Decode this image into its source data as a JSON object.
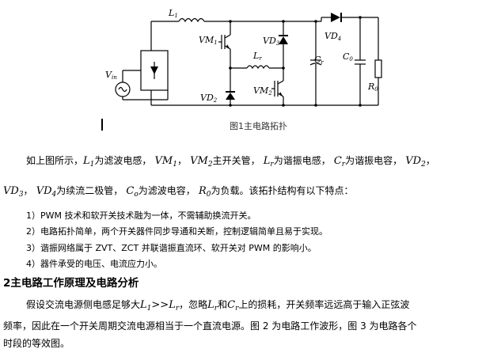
{
  "figure": {
    "caption": "图1主电路拓扑",
    "labels": {
      "L1": "L",
      "L1_sub": "1",
      "VM1": "VM",
      "VM1_sub": "1",
      "VD3": "VD",
      "VD3_sub": "3",
      "VD4": "VD",
      "VD4_sub": "4",
      "Lr": "L",
      "Lr_sub": "r",
      "Cr": "C",
      "Cr_sub": "r",
      "C0": "C",
      "C0_sub": "0",
      "R0": "R",
      "R0_sub": "0",
      "VM2": "VM",
      "VM2_sub": "2",
      "VD2": "VD",
      "VD2_sub": "2",
      "Vin": "V",
      "Vin_sub": "in"
    }
  },
  "para1": {
    "t1": "如上图所示，",
    "m1": "L",
    "m1s": "1",
    "t2": "为滤波电感，",
    "m2": "VM",
    "m2s": "1",
    "t3": "，",
    "m3": "VM",
    "m3s": "2",
    "t4": "主开关管，",
    "m4": "L",
    "m4s": "r",
    "t5": "为谐振电感，",
    "m5": "C",
    "m5s": "r",
    "t6": "为谐振电容，",
    "m6": "VD",
    "m6s": "2",
    "t7": "，",
    "m7": "VD",
    "m7s": "3",
    "t8": "，",
    "m8": "VD",
    "m8s": "4",
    "t9": "为续流二极管，",
    "m9": "C",
    "m9s": "o",
    "t10": "为滤波电容，",
    "m10": "R",
    "m10s": "0",
    "t11": "为负载。该拓扑结构有以下特点："
  },
  "list": [
    "1）PWM 技术和软开关技术融为一体，不需辅助换流开关。",
    "2）电路拓扑简单，两个开关器件同步导通和关断，控制逻辑简单且易于实现。",
    "3）谐振网络属于 ZVT、ZCT 并联谐振直流环、软开关对 PWM 的影响小。",
    "4）器件承受的电压、电流应力小。"
  ],
  "heading": "2主电路工作原理及电路分析",
  "para2": {
    "t1": "假设交流电源侧电感足够大",
    "m1": "L",
    "m1s": "1",
    "op": ">>",
    "m2": "L",
    "m2s": "r",
    "t2": "，忽略",
    "m3": "L",
    "m3s": "r",
    "t3": "和",
    "m4": "C",
    "m4s": "r",
    "t4": "上的损耗，开关频率远远高于输入正弦波",
    "line2": "频率，因此在一个开关周期交流电源相当于一个直流电源。图 2 为电路工作波形，图 3 为电路各个",
    "line3": "时段的等效图。"
  }
}
